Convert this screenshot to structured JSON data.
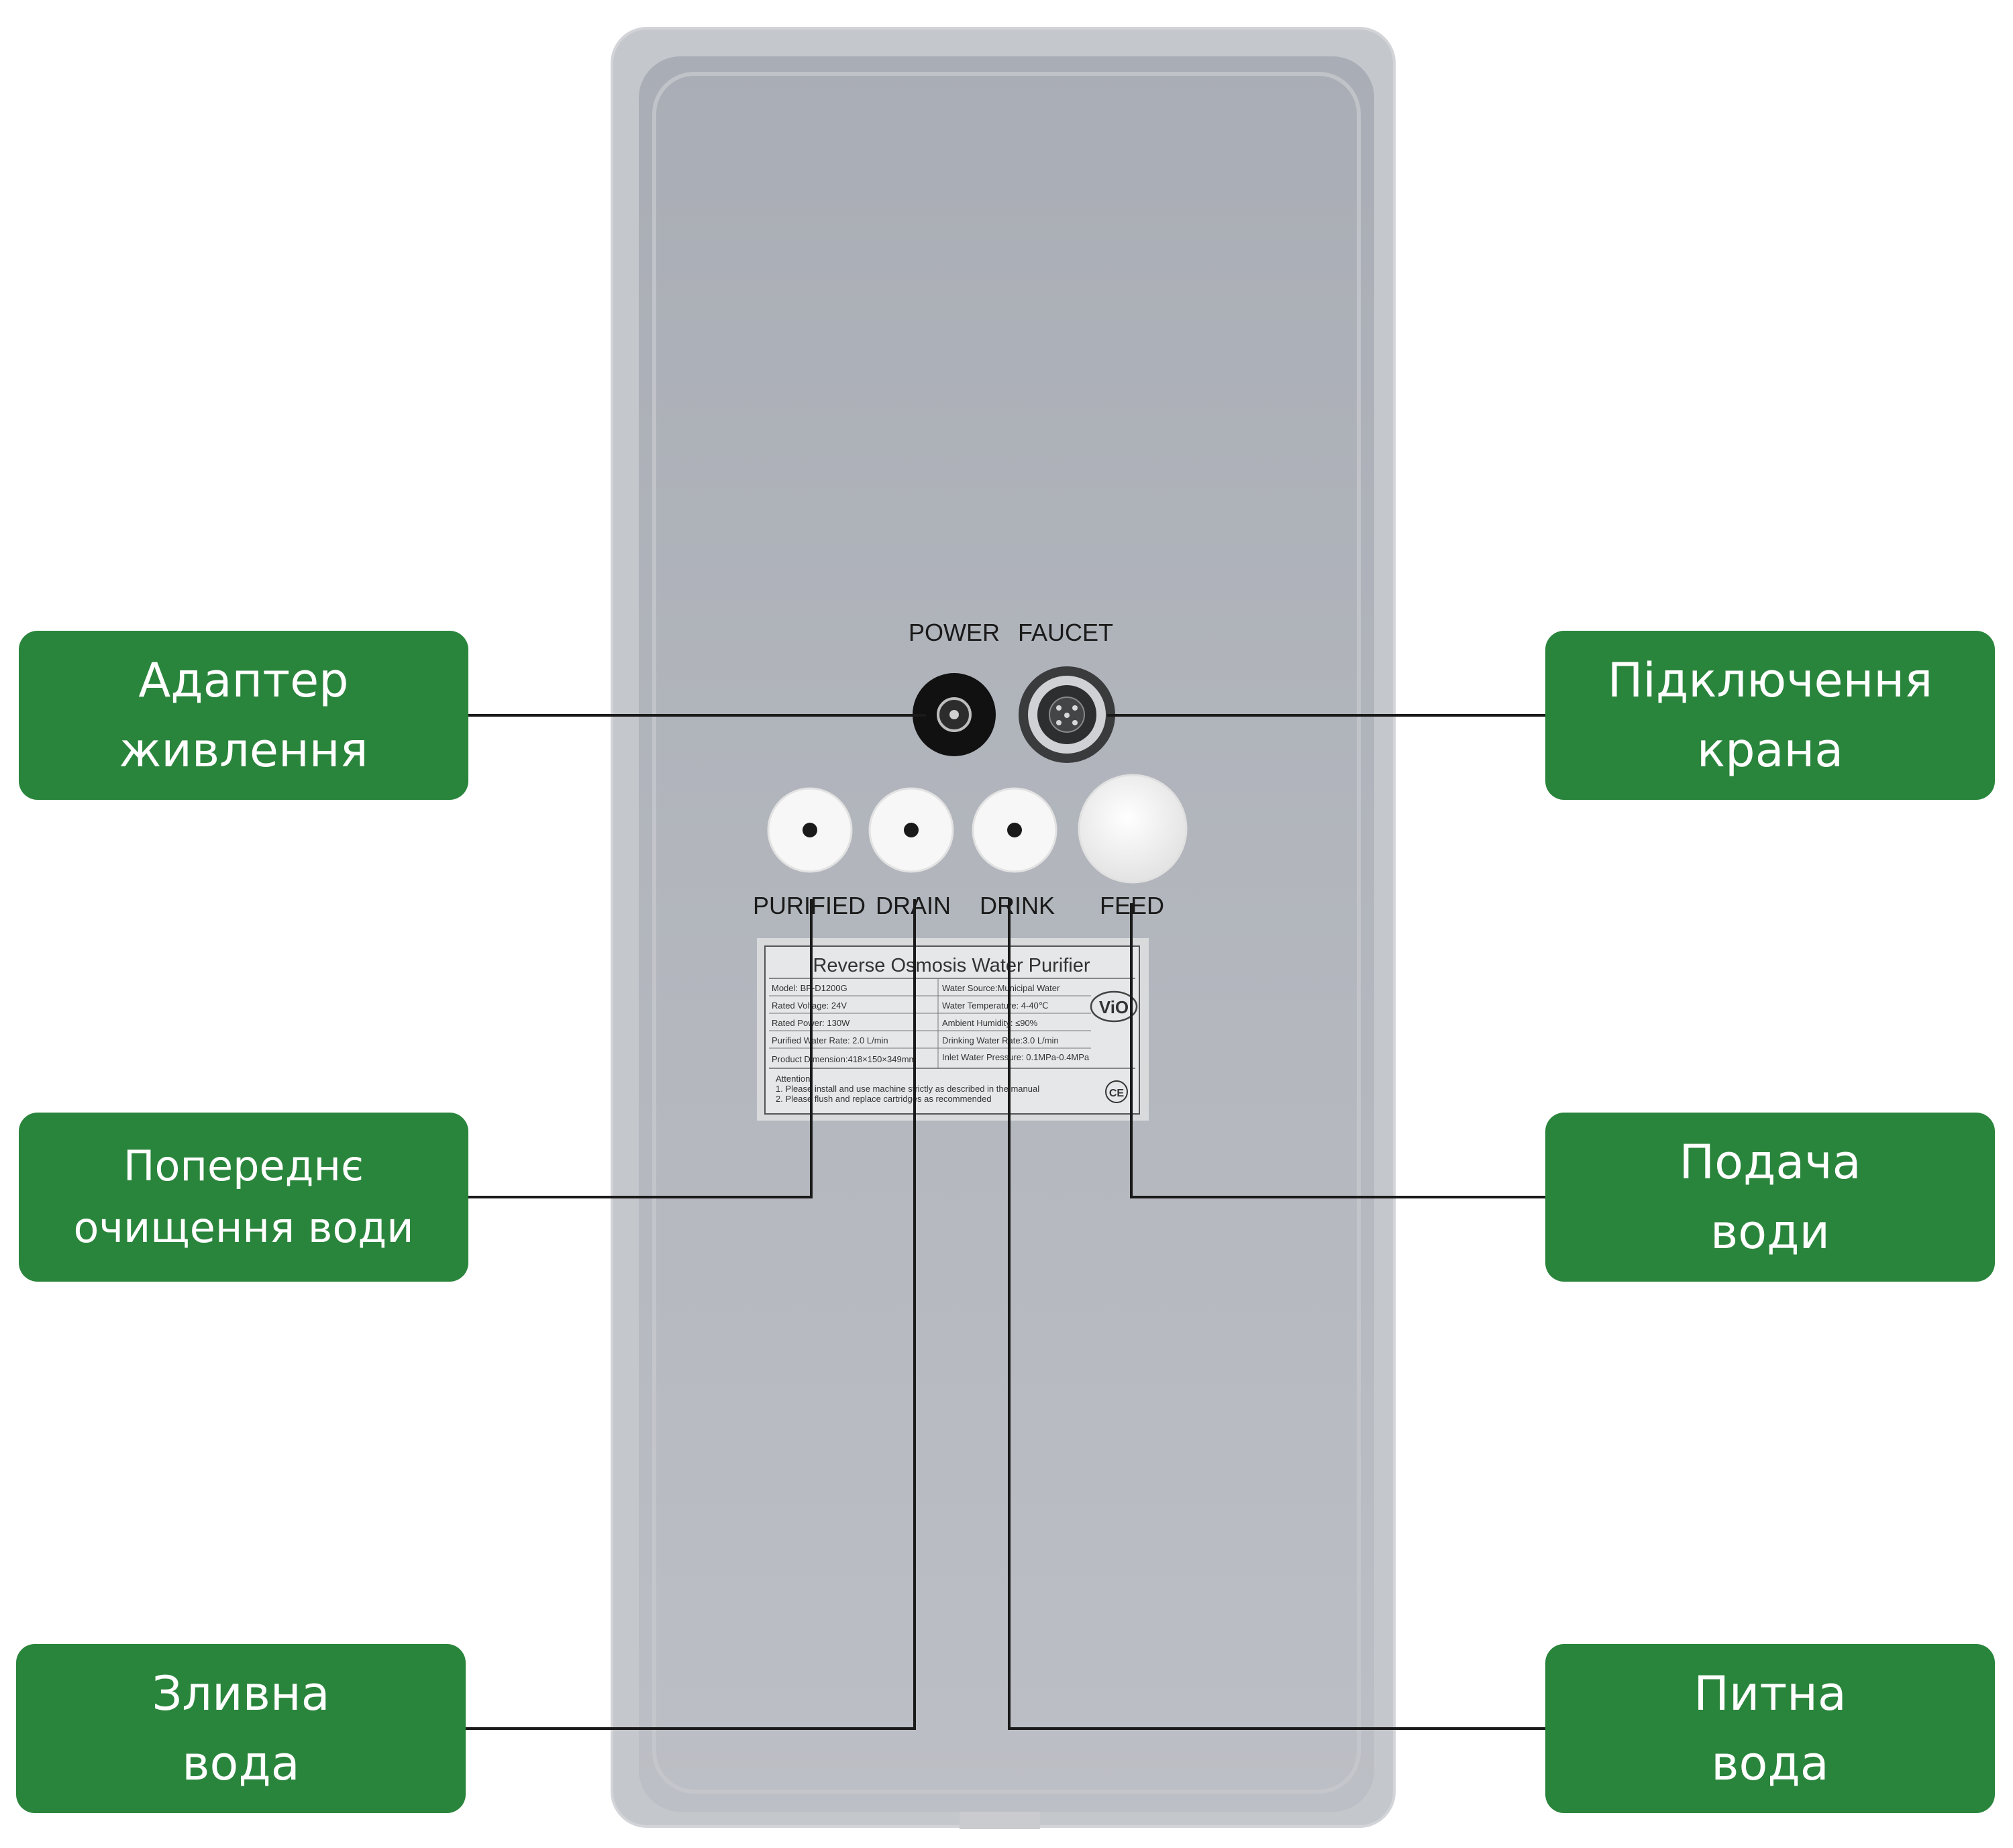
{
  "ports": {
    "power": "POWER",
    "faucet": "FAUCET",
    "purified": "PURIFIED",
    "drain": "DRAIN",
    "drink": "DRINK",
    "feed": "FEED"
  },
  "nameplate": {
    "title": "Reverse Osmosis Water Purifier",
    "left_rows": [
      "Model: BP-D1200G",
      "Rated Voltage: 24V",
      "Rated Power: 130W",
      "Purified Water Rate: 2.0 L/min",
      "Product Dimension:418×150×349mm"
    ],
    "right_rows": [
      "Water Source:Municipal Water",
      "Water Temperature: 4-40℃",
      "Ambient Humidity: ≤90%",
      "Drinking Water Rate:3.0 L/min",
      "Inlet Water Pressure: 0.1MPa-0.4MPa"
    ],
    "attention_title": "Attention:",
    "attention_1": "1. Please install and use machine strictly as described in the manual",
    "attention_2": "2. Please flush and replace cartridges as  recommended",
    "logo": "ViO",
    "ce_mark": "CE"
  },
  "callouts": {
    "power_adapter": {
      "line1": "Адаптер",
      "line2": "живлення"
    },
    "faucet_connection": {
      "line1": "Підключення",
      "line2": "крана"
    },
    "pre_filtration": {
      "line1": "Попереднє",
      "line2": "очищення води"
    },
    "water_feed": {
      "line1": "Подача",
      "line2": "води"
    },
    "drain_water": {
      "line1": "Зливна",
      "line2": "вода"
    },
    "drinking_water": {
      "line1": "Питна",
      "line2": "вода"
    }
  },
  "colors": {
    "callout_green": "#2a853c",
    "device_panel": "#b3b6bd",
    "leader_line": "#1a1a1a"
  }
}
